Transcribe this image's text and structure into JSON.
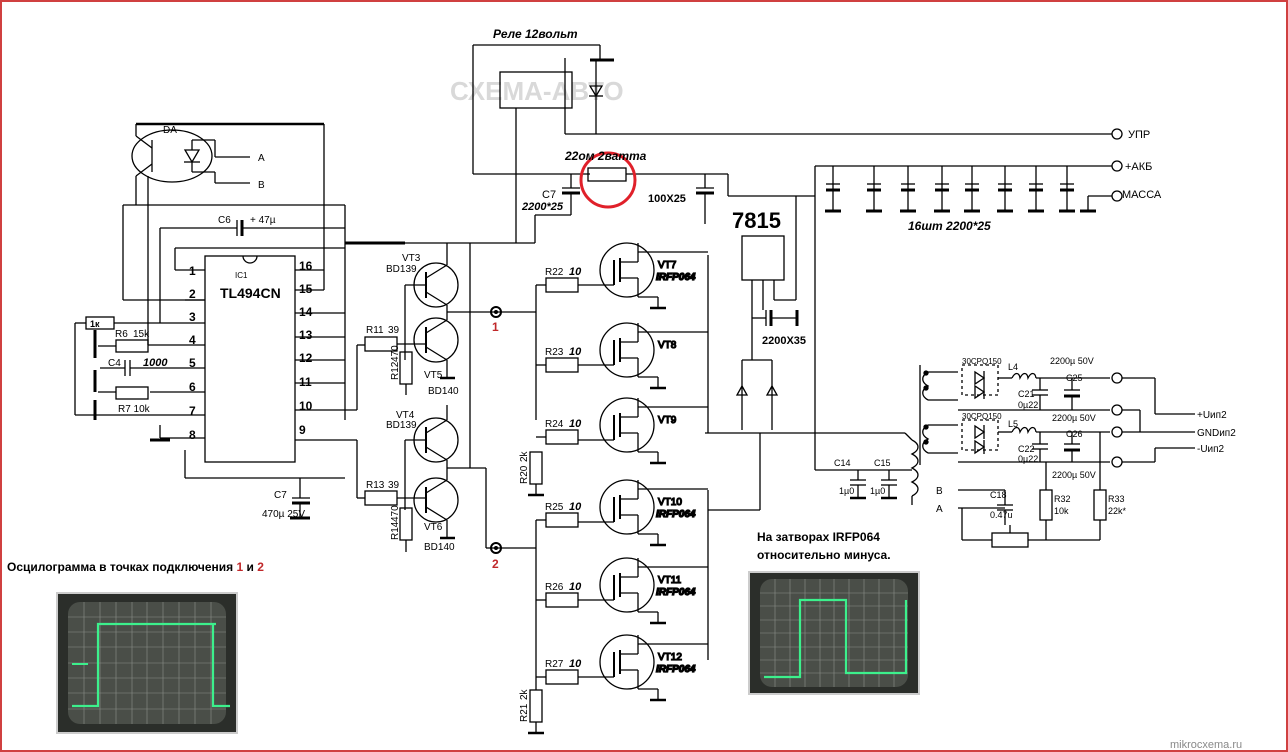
{
  "watermark": "СХЕМА-АВТО",
  "credit": "mikrocxema.ru",
  "relay_label": "Реле 12вольт",
  "resistor_label": "22ом 2ватта",
  "upr_label": "УПР",
  "akb_label": "+АКБ",
  "massa_label": "МАССА",
  "caps_bank_label": "16шт 2200*25",
  "reg_label": "7815",
  "c7a_label": "C7",
  "c7a_value": "2200*25",
  "cap100_label": "100X25",
  "cap2200_label": "2200X35",
  "ic": {
    "ref": "IC1",
    "name": "TL494CN",
    "left_pins": [
      "1",
      "2",
      "3",
      "4",
      "5",
      "6",
      "7",
      "8"
    ],
    "right_pins": [
      "16",
      "15",
      "14",
      "13",
      "12",
      "11",
      "10",
      "9"
    ]
  },
  "da_label": "DA",
  "a_label": "A",
  "b_label": "B",
  "c6_label": "C6",
  "c6_value": "+ 47µ",
  "r1k": "1к",
  "r6": "R6",
  "r6v": "15k",
  "c4": "C4",
  "c4v": "1000",
  "r7": "R7 10k",
  "c7b": "C7",
  "c7b_value": "470µ 25V",
  "transistors": {
    "vt3": "VT3",
    "vt3m": "BD139",
    "vt5": "VT5",
    "vt5m": "BD140",
    "vt4": "VT4",
    "vt4m": "BD139",
    "vt6": "VT6",
    "vt6m": "BD140"
  },
  "r11": "R11",
  "r11v": "39",
  "r12": "R12",
  "r12v": "470",
  "r13": "R13",
  "r13v": "39",
  "r14": "R14",
  "r14v": "470",
  "node1": "1",
  "node2": "2",
  "r20": "R20",
  "r20v": "2k",
  "r21": "R21",
  "r21v": "2k",
  "gate_resistors": [
    {
      "ref": "R22",
      "val": "10"
    },
    {
      "ref": "R23",
      "val": "10"
    },
    {
      "ref": "R24",
      "val": "10"
    },
    {
      "ref": "R25",
      "val": "10"
    },
    {
      "ref": "R26",
      "val": "10"
    },
    {
      "ref": "R27",
      "val": "10"
    }
  ],
  "mosfets": [
    {
      "ref": "VT7",
      "model": "IRFP064"
    },
    {
      "ref": "VT8",
      "model": ""
    },
    {
      "ref": "VT9",
      "model": ""
    },
    {
      "ref": "VT10",
      "model": "IRFP064"
    },
    {
      "ref": "VT11",
      "model": "IRFP064"
    },
    {
      "ref": "VT12",
      "model": "IRFP064"
    }
  ],
  "c14": "C14",
  "c14v": "1µ0",
  "c15": "C15",
  "c15v": "1µ0",
  "out": {
    "d1": "30CPQ150",
    "d2": "30CPQ150",
    "l4": "L4",
    "l5": "L5",
    "c21": "C21",
    "c21v": "0µ22",
    "c22": "C22",
    "c22v": "0µ22",
    "c25": "C25",
    "c25v": "2200µ 50V",
    "c26": "C26",
    "c26v": "2200µ 50V",
    "c25top": "2200µ 50V",
    "c18": "C18",
    "c18v": "0.47u",
    "r32": "R32",
    "r32v": "10k",
    "r33": "R33",
    "r33v": "22k*",
    "uip_plus": "+Uип2",
    "gnd": "GNDип2",
    "uip_minus": "-Uип2",
    "b": "B",
    "a": "A"
  },
  "scope_left_caption_pre": "Осцилограмма в точках подключения ",
  "scope_left_n1": "1",
  "scope_left_and": " и ",
  "scope_left_n2": "2",
  "scope_right_caption_1": "На затворах IRFP064",
  "scope_right_caption_2": "относительно минуса.",
  "colors": {
    "wire": "#000000",
    "frame": "#d04040",
    "highlight": "#e0202a",
    "node_label": "#c0282a",
    "trace": "#3cf08c"
  }
}
